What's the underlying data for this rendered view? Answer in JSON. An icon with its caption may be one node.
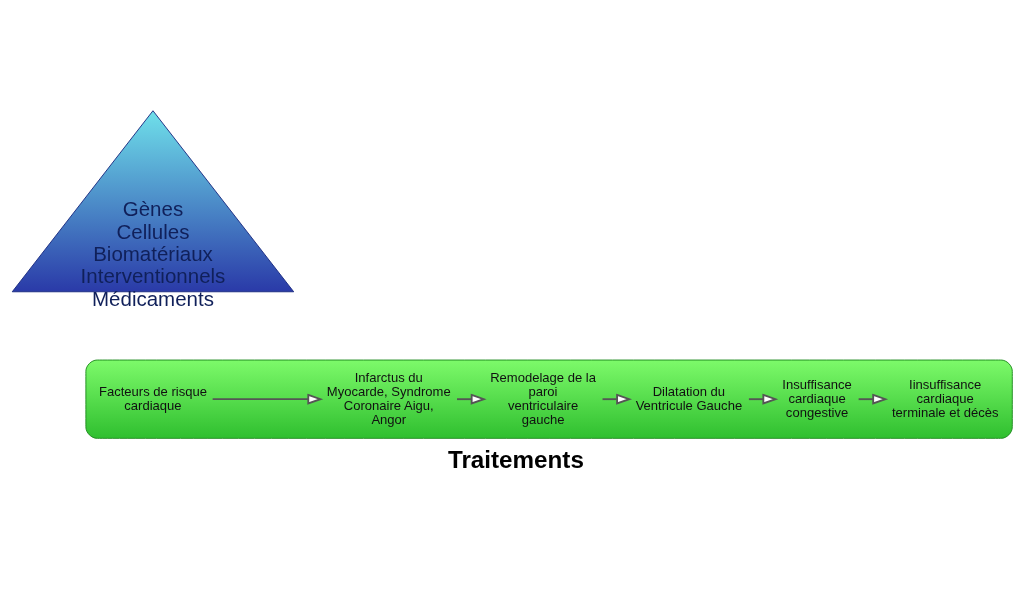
{
  "diagram": {
    "caption": "Traitements",
    "nodes": [
      {
        "text": [],
        "shape": "band"
      },
      {
        "text": [
          "Facteurs de risque cardiaque"
        ],
        "in": 0
      },
      {
        "text": [
          "Infarctus du Myocarde, Syndrome Coronaire Aigu, Angor"
        ],
        "in": 0
      },
      {
        "text": [
          "Remodelage de la paroi ventriculaire gauche"
        ],
        "in": 0
      },
      {
        "text": [
          "Dilatation du Ventricule Gauche"
        ],
        "in": 0
      },
      {
        "text": [
          "Insuffisance cardiaque congestive"
        ],
        "in": 0
      },
      {
        "text": [
          "Iinsuffisance cardiaque terminale et décès"
        ],
        "in": 0
      },
      {
        "text": [
          "Gènes",
          "Cellules",
          "Biomatériaux",
          "Interventionnels",
          "Médicaments"
        ]
      }
    ],
    "edges": [
      {
        "from": 1,
        "to": 2,
        "arrow": "to"
      },
      {
        "from": 2,
        "to": 3,
        "arrow": "to"
      },
      {
        "from": 3,
        "to": 4,
        "arrow": "to"
      },
      {
        "from": 4,
        "to": 5,
        "arrow": "to"
      },
      {
        "from": 5,
        "to": 6,
        "arrow": "to"
      }
    ]
  }
}
